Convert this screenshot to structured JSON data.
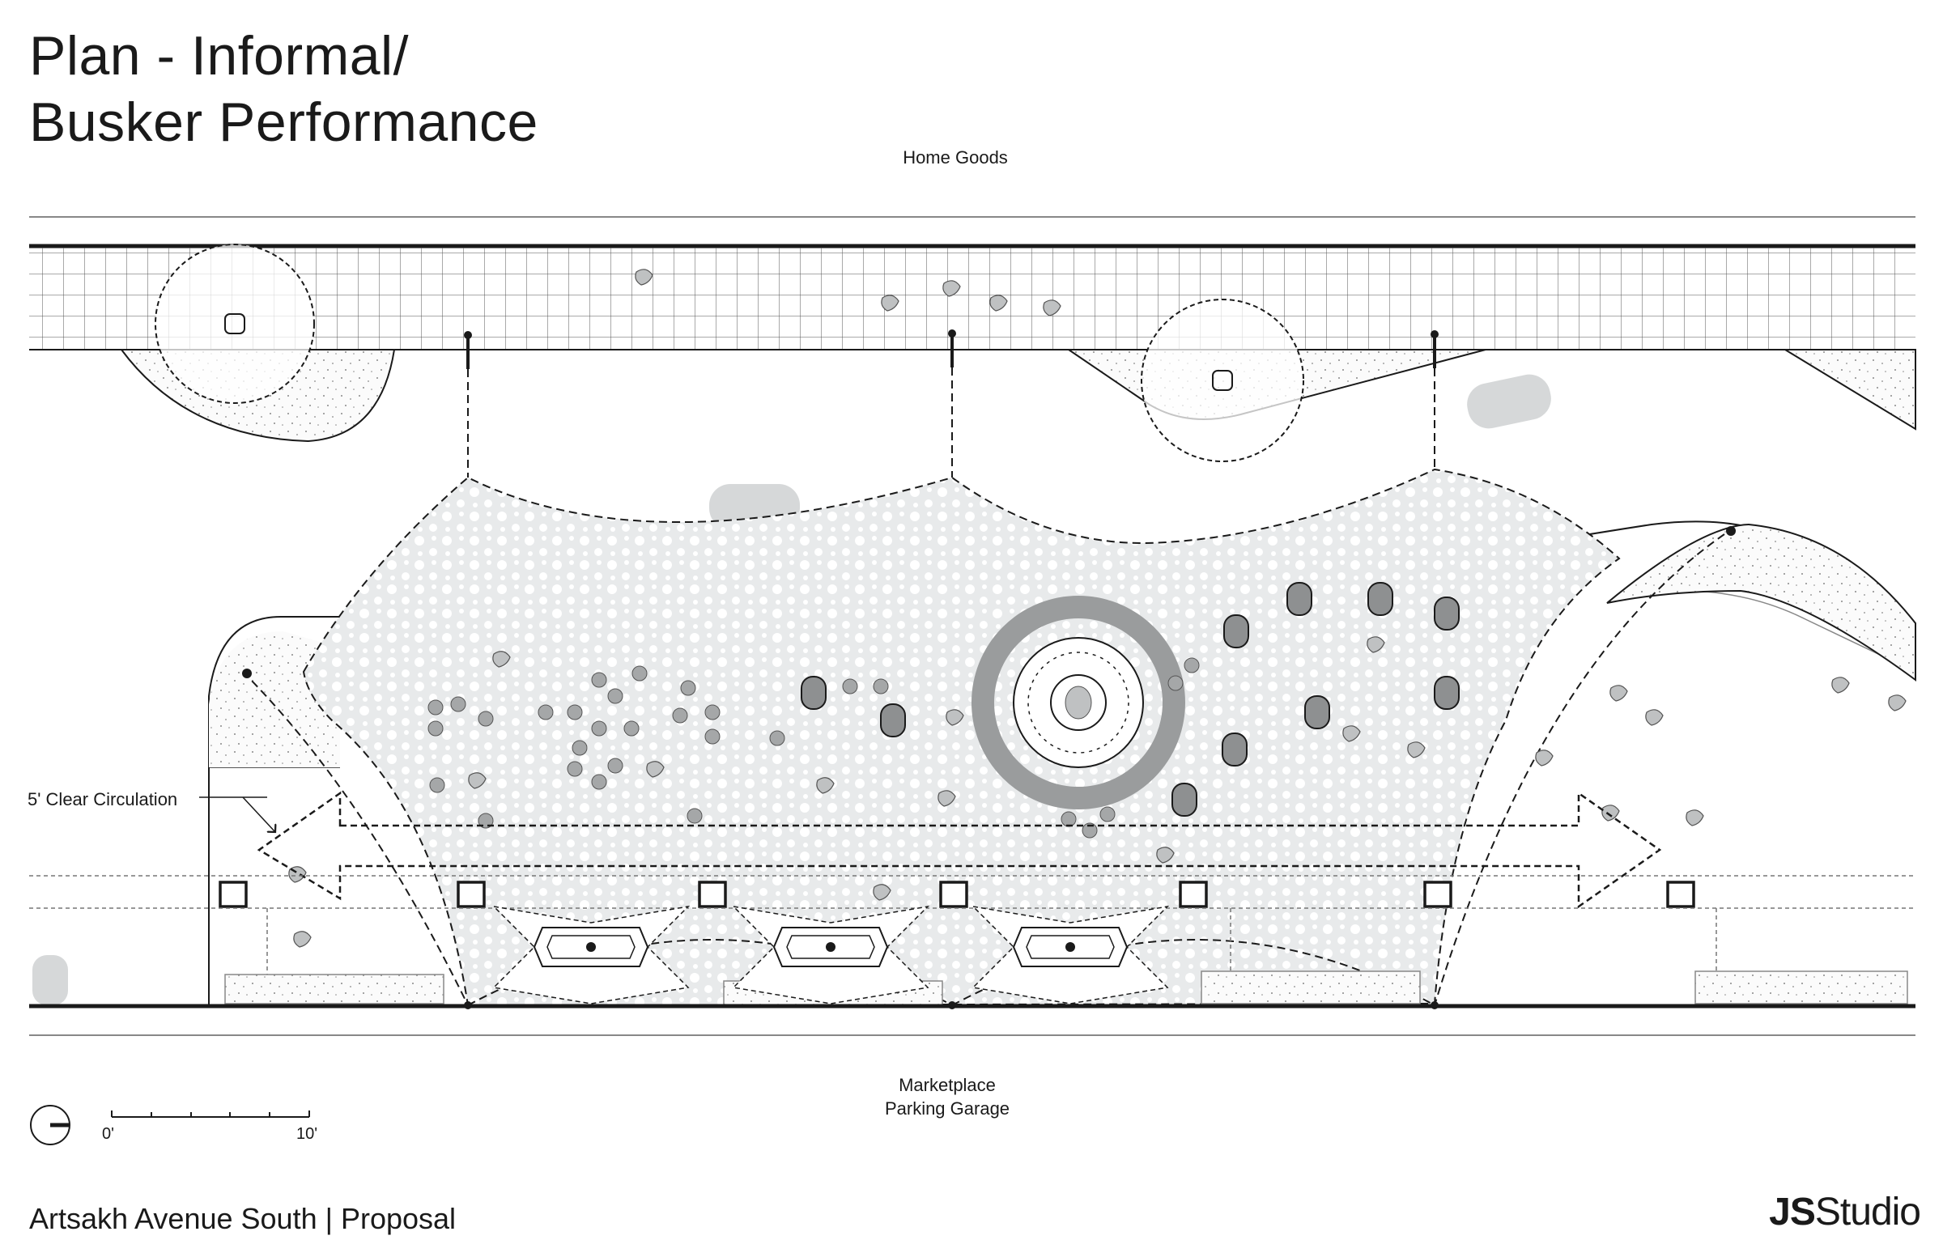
{
  "title": {
    "line1": "Plan - Informal/",
    "line2": "Busker Performance"
  },
  "labels": {
    "top_street": "Home Goods",
    "bottom_line1": "Marketplace",
    "bottom_line2": "Parking Garage",
    "circulation": "5' Clear Circulation"
  },
  "scale_bar": {
    "start": "0'",
    "end": "10'"
  },
  "footer": {
    "project": "Artsakh Avenue South | Proposal"
  },
  "logo": {
    "bold": "JS",
    "regular": "Studio"
  },
  "colors": {
    "ink": "#1a1a1a",
    "canopy": "#e9ebec",
    "paving": "#d6d8d9",
    "figure": "#bfc1c2"
  }
}
